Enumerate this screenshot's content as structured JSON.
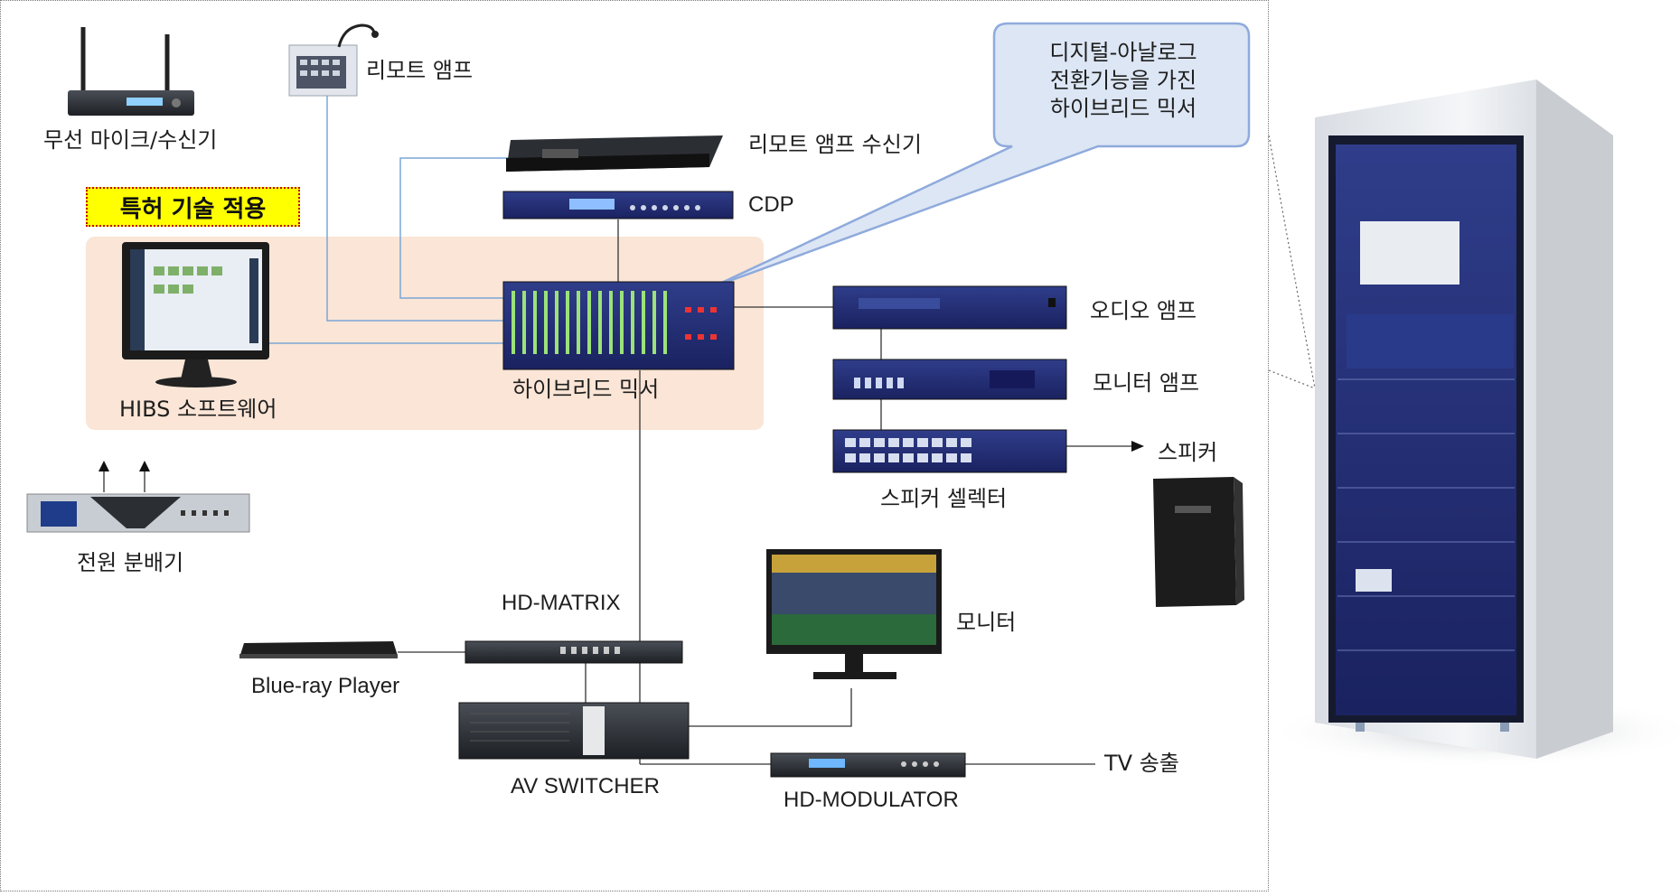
{
  "patent_badge": "특허 기술 적용",
  "callout": {
    "line1": "디지털-아날로그",
    "line2": "전환기능을 가진",
    "line3": "하이브리드 믹서"
  },
  "labels": {
    "wireless_mic": "무선 마이크/수신기",
    "remote_amp": "리모트 앰프",
    "remote_amp_receiver": "리모트 앰프 수신기",
    "cdp": "CDP",
    "hibs_software": "HIBS 소프트웨어",
    "hybrid_mixer": "하이브리드 믹서",
    "audio_amp": "오디오 앰프",
    "monitor_amp": "모니터 앰프",
    "speaker_selector": "스피커 셀렉터",
    "speaker": "스피커",
    "power_distributor": "전원 분배기",
    "hd_matrix": "HD-MATRIX",
    "bluray": "Blue-ray Player",
    "monitor": "모니터",
    "av_switcher": "AV SWITCHER",
    "hd_modulator": "HD-MODULATOR",
    "tv_out": "TV 송출"
  },
  "colors": {
    "patent_bg": "#ffff00",
    "patent_border": "#c00000",
    "highlight_bg": "#fae5d6",
    "callout_bg": "#dce6f4",
    "callout_border": "#8faadc",
    "rack_blue": "#1f2a66",
    "connector_line": "#7aa7d6"
  },
  "icons": [
    "antenna-receiver-icon",
    "paging-console-icon",
    "rack-unit-icon",
    "pc-monitor-icon",
    "mixer-icon",
    "power-strip-icon",
    "bluray-player-icon",
    "speaker-cabinet-icon",
    "rack-cabinet-icon"
  ]
}
